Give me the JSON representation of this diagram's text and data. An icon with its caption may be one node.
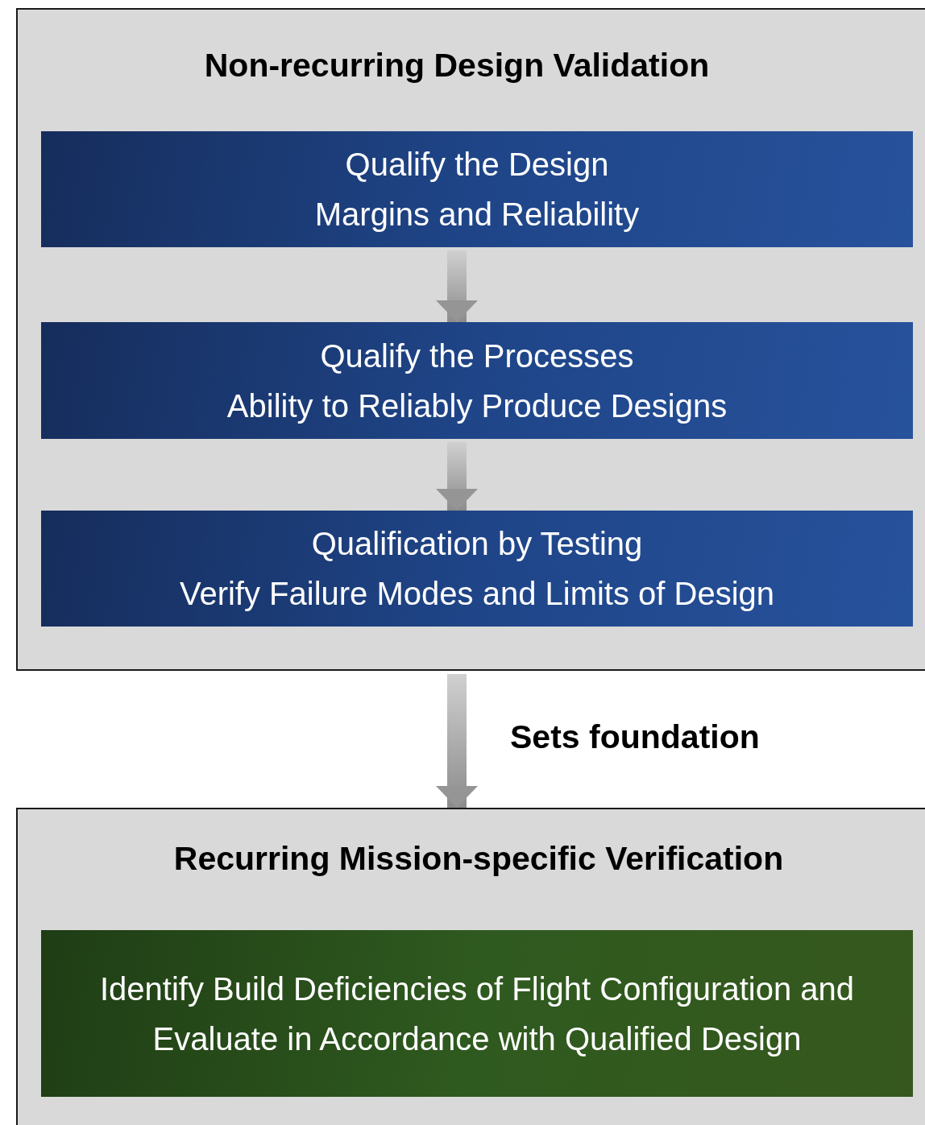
{
  "diagram": {
    "nodes": [
      {
        "text": [
          "Non-recurring Design Validation"
        ]
      },
      {
        "text": [
          "Qualify the Design",
          "Margins and Reliability"
        ],
        "in": 0
      },
      {
        "text": [
          "Qualify the Processes",
          "Ability to Reliably Produce Designs"
        ],
        "in": 0
      },
      {
        "text": [
          "Qualification by Testing",
          "Verify Failure Modes and Limits of Design"
        ],
        "in": 0
      },
      {
        "text": [
          "Recurring Mission-specific Verification"
        ]
      },
      {
        "text": [
          "Identify Build Deficiencies of Flight Configuration and Evaluate in Accordance with Qualified Design"
        ],
        "in": 4
      }
    ],
    "edges": [
      {
        "from": 1,
        "to": 2,
        "arrow": "to"
      },
      {
        "from": 2,
        "to": 3,
        "arrow": "to"
      },
      {
        "from": 0,
        "to": 4,
        "arrow": "to",
        "label": "Sets foundation"
      }
    ]
  }
}
